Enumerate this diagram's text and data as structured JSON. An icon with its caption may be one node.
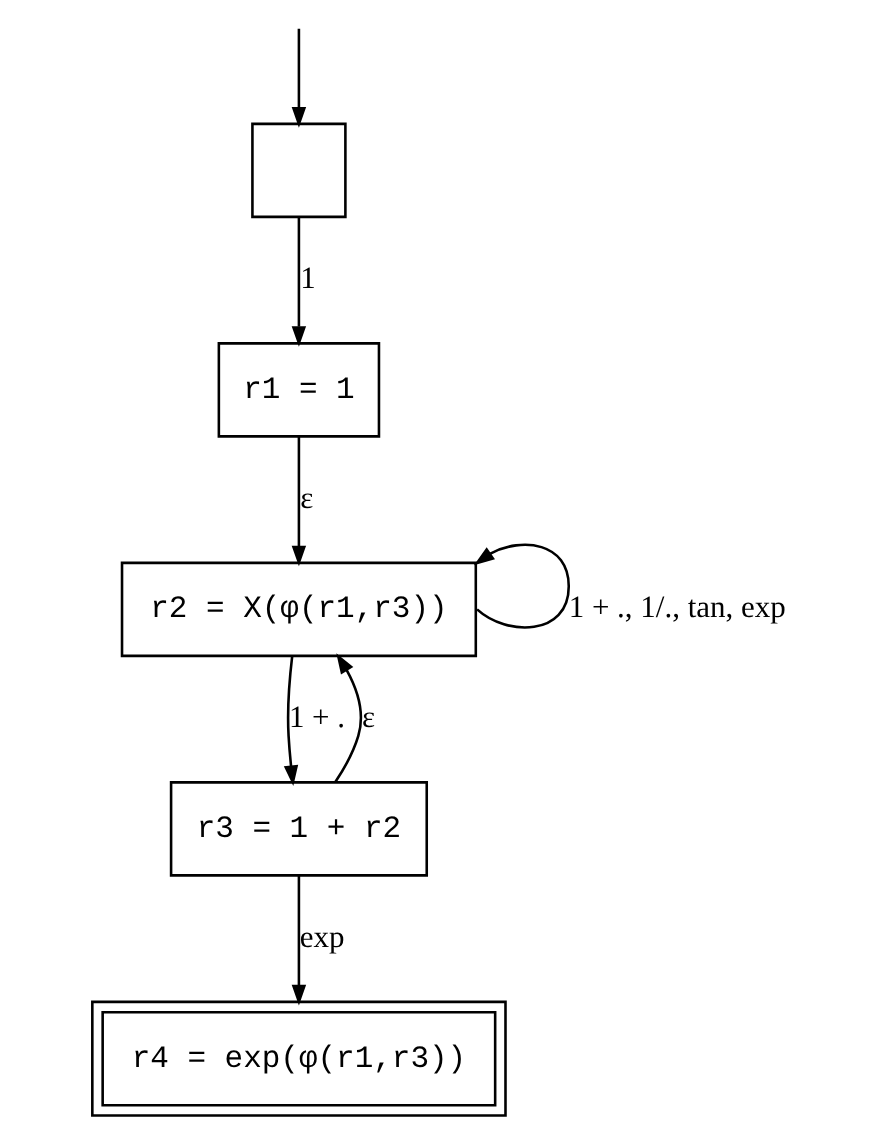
{
  "diagram": {
    "nodes": [
      {
        "text": [],
        "shape": "box"
      },
      {
        "text": [
          "r1 = 1"
        ]
      },
      {
        "text": [
          "r2 = X(φ(r1,r3))"
        ]
      },
      {
        "text": [
          "r3 = 1 + r2"
        ]
      },
      {
        "text": [
          "r4 = exp(φ(r1,r3))"
        ]
      }
    ],
    "edges": [
      {
        "from": null,
        "to": 0,
        "arrow": "to"
      },
      {
        "from": 0,
        "to": 1,
        "arrow": "to",
        "label": "1"
      },
      {
        "from": 1,
        "to": 2,
        "arrow": "to",
        "label": "ε"
      },
      {
        "from": 2,
        "to": 2,
        "arrow": "to",
        "label": "1 + ., 1/., tan, exp"
      },
      {
        "from": 2,
        "to": 3,
        "arrow": "to",
        "label": "1 + ."
      },
      {
        "from": 3,
        "to": 2,
        "arrow": "to",
        "label": "ε"
      },
      {
        "from": 3,
        "to": 4,
        "arrow": "to",
        "label": "exp"
      }
    ]
  }
}
